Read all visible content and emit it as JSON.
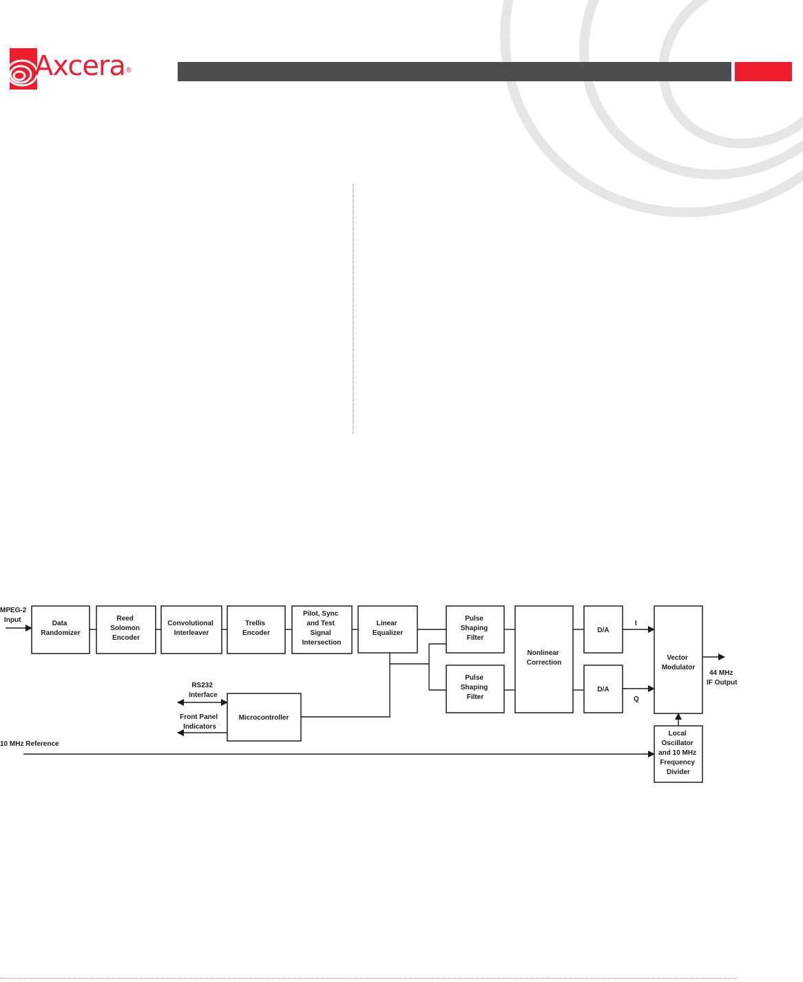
{
  "brand": {
    "name": "Axcera",
    "registered_mark": "®",
    "logo_color": "#ed1c2e",
    "header_bar_color": "#4d4d4f",
    "accent_color": "#ed1c2e"
  },
  "diagram": {
    "blocks": {
      "data_randomizer": [
        "Data",
        "Randomizer"
      ],
      "reed_solomon": [
        "Reed",
        "Solomon",
        "Encoder"
      ],
      "conv_interleaver": [
        "Convolutional",
        "Interleaver"
      ],
      "trellis": [
        "Trellis",
        "Encoder"
      ],
      "pilot_sync": [
        "Pilot, Sync",
        "and Test",
        "Signal",
        "Intersection"
      ],
      "linear_eq": [
        "Linear",
        "Equalizer"
      ],
      "pulse_shaping_1": [
        "Pulse",
        "Shaping",
        "Filter"
      ],
      "pulse_shaping_2": [
        "Pulse",
        "Shaping",
        "Filter"
      ],
      "nonlinear": [
        "Nonlinear",
        "Correction"
      ],
      "da_1": [
        "D/A"
      ],
      "da_2": [
        "D/A"
      ],
      "vector_mod": [
        "Vector",
        "Modulator"
      ],
      "microcontroller": [
        "Microcontroller"
      ],
      "local_osc": [
        "Local",
        "Oscillator",
        "and 10 MHz",
        "Frequency",
        "Divider"
      ]
    },
    "labels": {
      "mpeg_input": [
        "MPEG-2",
        "Input"
      ],
      "rs232": [
        "RS232",
        "Interface"
      ],
      "front_panel": [
        "Front Panel",
        "Indicators"
      ],
      "ten_mhz_ref": [
        "10 MHz Reference"
      ],
      "i_label": [
        "I"
      ],
      "q_label": [
        "Q"
      ],
      "if_output": [
        "44 MHz",
        "IF Output"
      ]
    }
  }
}
